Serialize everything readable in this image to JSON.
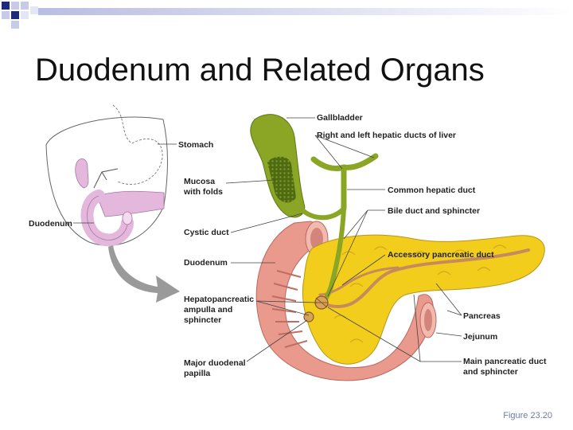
{
  "slide": {
    "title": "Duodenum and Related Organs",
    "figure_caption": "Figure 23.20"
  },
  "diagram": {
    "inset_labels": {
      "stomach": "Stomach",
      "duodenum": "Duodenum"
    },
    "left_labels": {
      "mucosa_line1": "Mucosa",
      "mucosa_line2": "with folds",
      "cystic_duct": "Cystic duct",
      "duodenum": "Duodenum",
      "ampulla_line1": "Hepatopancreatic",
      "ampulla_line2": "ampulla and",
      "ampulla_line3": "sphincter",
      "papilla_line1": "Major duodenal",
      "papilla_line2": "papilla"
    },
    "right_labels": {
      "gallbladder": "Gallbladder",
      "hepatic_ducts": "Right and left hepatic ducts of liver",
      "common_hepatic": "Common hepatic duct",
      "bile_duct": "Bile duct and sphincter",
      "accessory_duct": "Accessory pancreatic duct",
      "pancreas": "Pancreas",
      "jejunum": "Jejunum",
      "main_duct_line1": "Main pancreatic duct",
      "main_duct_line2": "and sphincter"
    }
  },
  "colors": {
    "header_accent": "#1f2a7a",
    "gallbladder": "#8aa624",
    "pancreas": "#f2cd1c",
    "duodenum": "#e99a8c",
    "inset_organs": "#e3b8dc",
    "arrow": "#9a9a9a"
  }
}
